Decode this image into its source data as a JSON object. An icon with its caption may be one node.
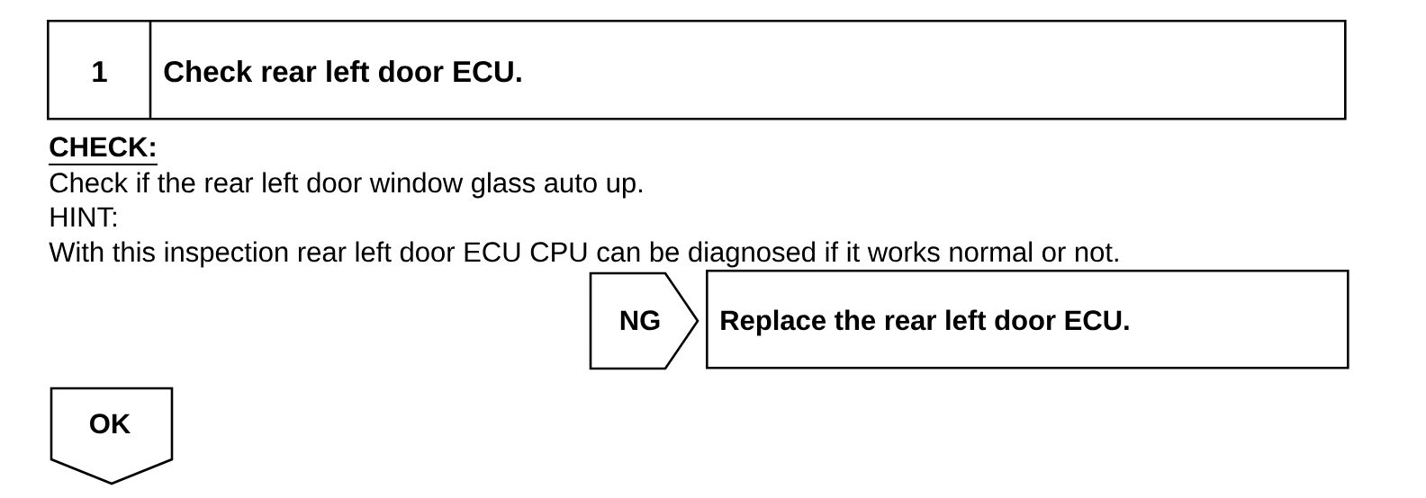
{
  "diagram": {
    "nodes": [
      {
        "text": [
          "1",
          "Check rear left door ECU."
        ]
      },
      {
        "text": [
          "NG"
        ]
      },
      {
        "text": [
          "Replace the rear left door ECU."
        ]
      },
      {
        "text": [
          "OK"
        ]
      }
    ],
    "labels": [
      "CHECK:",
      "Check if the rear left door window glass auto up.",
      "HINT:",
      "With this inspection rear left door ECU CPU can be diagnosed if it works normal or not."
    ]
  }
}
